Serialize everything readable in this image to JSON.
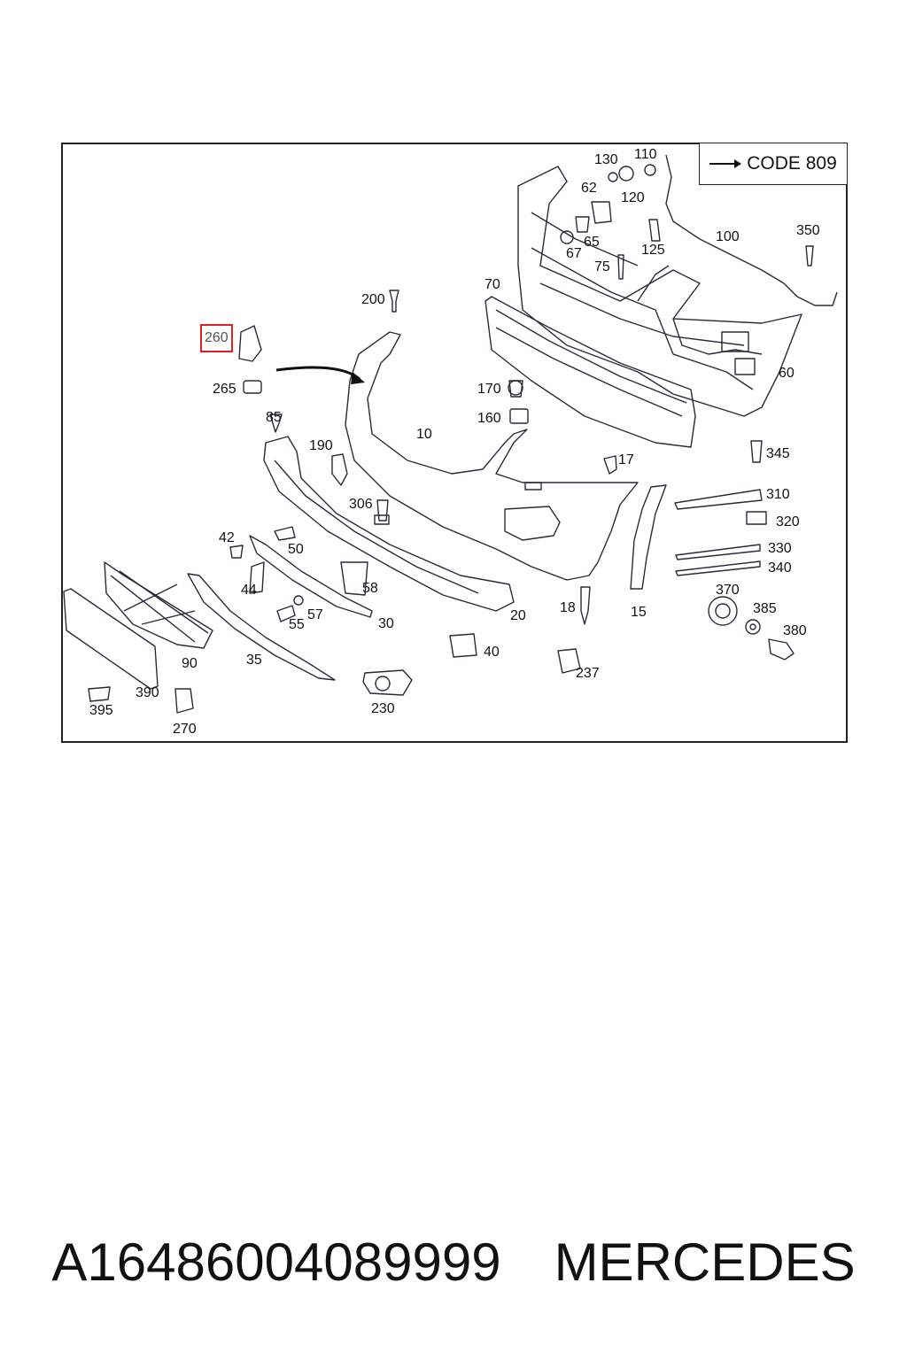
{
  "code_label": "CODE 809",
  "callouts": [
    {
      "id": "130",
      "text": "130"
    },
    {
      "id": "110",
      "text": "110"
    },
    {
      "id": "62",
      "text": "62"
    },
    {
      "id": "120",
      "text": "120"
    },
    {
      "id": "65",
      "text": "65"
    },
    {
      "id": "67",
      "text": "67"
    },
    {
      "id": "125",
      "text": "125"
    },
    {
      "id": "100",
      "text": "100"
    },
    {
      "id": "350",
      "text": "350"
    },
    {
      "id": "75",
      "text": "75"
    },
    {
      "id": "70",
      "text": "70"
    },
    {
      "id": "200",
      "text": "200"
    },
    {
      "id": "260",
      "text": "260",
      "highlighted": true
    },
    {
      "id": "265",
      "text": "265"
    },
    {
      "id": "85",
      "text": "85"
    },
    {
      "id": "170",
      "text": "170"
    },
    {
      "id": "160",
      "text": "160"
    },
    {
      "id": "60",
      "text": "60"
    },
    {
      "id": "190",
      "text": "190"
    },
    {
      "id": "10",
      "text": "10"
    },
    {
      "id": "345",
      "text": "345"
    },
    {
      "id": "17",
      "text": "17"
    },
    {
      "id": "306",
      "text": "306"
    },
    {
      "id": "310",
      "text": "310"
    },
    {
      "id": "320",
      "text": "320"
    },
    {
      "id": "42",
      "text": "42"
    },
    {
      "id": "50",
      "text": "50"
    },
    {
      "id": "330",
      "text": "330"
    },
    {
      "id": "340",
      "text": "340"
    },
    {
      "id": "44",
      "text": "44"
    },
    {
      "id": "58",
      "text": "58"
    },
    {
      "id": "57",
      "text": "57"
    },
    {
      "id": "370",
      "text": "370"
    },
    {
      "id": "18",
      "text": "18"
    },
    {
      "id": "15",
      "text": "15"
    },
    {
      "id": "20",
      "text": "20"
    },
    {
      "id": "385",
      "text": "385"
    },
    {
      "id": "55",
      "text": "55"
    },
    {
      "id": "30",
      "text": "30"
    },
    {
      "id": "380",
      "text": "380"
    },
    {
      "id": "90",
      "text": "90"
    },
    {
      "id": "35",
      "text": "35"
    },
    {
      "id": "40",
      "text": "40"
    },
    {
      "id": "237",
      "text": "237"
    },
    {
      "id": "390",
      "text": "390"
    },
    {
      "id": "395",
      "text": "395"
    },
    {
      "id": "230",
      "text": "230"
    },
    {
      "id": "270",
      "text": "270"
    }
  ],
  "caption": {
    "part_number": "A16486004089999",
    "brand": "MERCEDES"
  }
}
